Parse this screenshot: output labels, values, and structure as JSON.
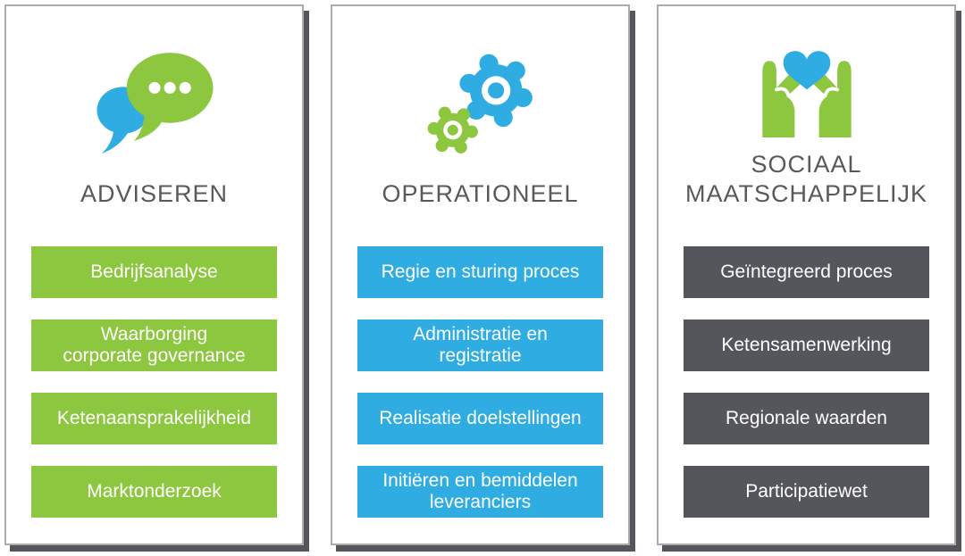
{
  "colors": {
    "green": "#8dc63f",
    "blue": "#2fade3",
    "dark": "#54565b",
    "title_text": "#58595b",
    "button_text": "#ffffff",
    "card_border": "#ababab",
    "card_shadow": "#54565b",
    "page_bg": "#ffffff"
  },
  "columns": [
    {
      "id": "adviseren",
      "icon": "speech-bubbles-icon",
      "title": "ADVISEREN",
      "accent": "#8dc63f",
      "items": [
        "Bedrijfsanalyse",
        "Waarborging\ncorporate governance",
        "Ketenaansprakelijkheid",
        "Marktonderzoek"
      ]
    },
    {
      "id": "operationeel",
      "icon": "gears-icon",
      "title": "OPERATIONEEL",
      "accent": "#2fade3",
      "items": [
        "Regie en sturing proces",
        "Administratie en\nregistratie",
        "Realisatie doelstellingen",
        "Initiëren en bemiddelen\nleveranciers"
      ]
    },
    {
      "id": "sociaal-maatschappelijk",
      "icon": "hands-heart-icon",
      "title": "SOCIAAL\nMAATSCHAPPELIJK",
      "accent": "#54565b",
      "items": [
        "Geïntegreerd proces",
        "Ketensamenwerking",
        "Regionale waarden",
        "Participatiewet"
      ]
    }
  ]
}
